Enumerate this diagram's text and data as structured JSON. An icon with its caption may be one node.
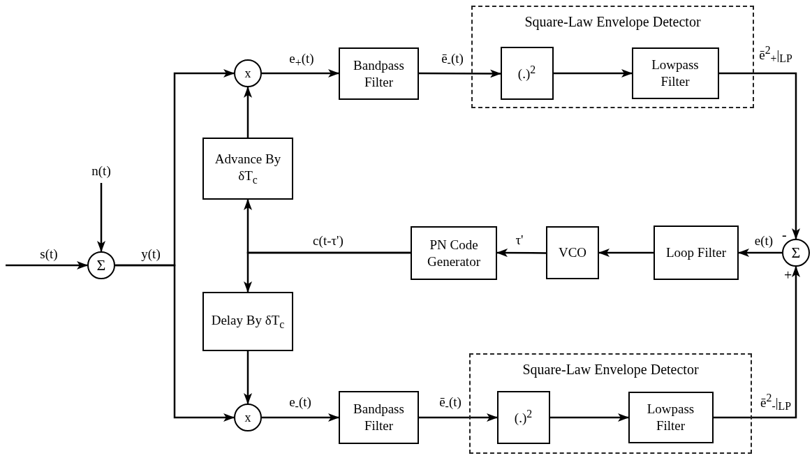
{
  "diagram": {
    "nodes": [
      {
        "text": [
          "Σ"
        ]
      },
      {
        "text": [
          "x"
        ]
      },
      {
        "text": [
          "Advance By δT$_{c}$"
        ]
      },
      {
        "text": [
          "Bandpass Filter"
        ]
      },
      {
        "text": [
          "Square-Law Envelope Detector"
        ]
      },
      {
        "text": [
          "(.)$^{2}$"
        ],
        "in": 4
      },
      {
        "text": [
          "Lowpass Filter"
        ],
        "in": 4
      },
      {
        "text": [
          "Delay By δT$_{c}$"
        ]
      },
      {
        "text": [
          "x"
        ]
      },
      {
        "text": [
          "Bandpass Filter"
        ]
      },
      {
        "text": [
          "Square-Law Envelope Detector"
        ]
      },
      {
        "text": [
          "(.)$^{2}$"
        ],
        "in": 10
      },
      {
        "text": [
          "Lowpass Filter"
        ],
        "in": 10
      },
      {
        "text": [
          "PN Code Generator"
        ]
      },
      {
        "text": [
          "VCO"
        ]
      },
      {
        "text": [
          "Loop Filter"
        ]
      },
      {
        "text": [
          "Σ"
        ]
      }
    ],
    "edges": [
      {
        "from": null,
        "to": 0,
        "arrow": "to",
        "label": "s(t)"
      },
      {
        "from": null,
        "to": 0,
        "arrow": "to",
        "label": "n(t)"
      },
      {
        "from": 0,
        "to": 1,
        "arrow": "to",
        "label": "y(t)"
      },
      {
        "from": 0,
        "to": 8,
        "arrow": "to"
      },
      {
        "from": 2,
        "to": 1,
        "arrow": "to"
      },
      {
        "from": 1,
        "to": 3,
        "arrow": "to",
        "label": "e$_{+}$(t)"
      },
      {
        "from": 3,
        "to": 5,
        "arrow": "to",
        "label": "ē$_{-}$(t)"
      },
      {
        "from": 5,
        "to": 6,
        "arrow": "to"
      },
      {
        "from": 6,
        "to": 16,
        "arrow": "to",
        "label": "ē$^{2}$$_{+}$|$_{LP}$"
      },
      {
        "from": 16,
        "to": 15,
        "arrow": "to",
        "label": "e(t)"
      },
      {
        "from": 15,
        "to": 14,
        "arrow": "to"
      },
      {
        "from": 14,
        "to": 13,
        "arrow": "to",
        "label": "τ'"
      },
      {
        "from": 13,
        "to": 2,
        "arrow": "to",
        "label": "c(t-τ')"
      },
      {
        "from": 13,
        "to": 7,
        "arrow": "to"
      },
      {
        "from": 7,
        "to": 8,
        "arrow": "to"
      },
      {
        "from": 8,
        "to": 9,
        "arrow": "to",
        "label": "e$_{-}$(t)"
      },
      {
        "from": 9,
        "to": 11,
        "arrow": "to",
        "label": "ē$_{-}$(t)"
      },
      {
        "from": 11,
        "to": 12,
        "arrow": "to"
      },
      {
        "from": 12,
        "to": 16,
        "arrow": "to",
        "label": "ē$^{2}$$_{-}$|$_{LP}$"
      }
    ],
    "labels": [
      "-",
      "+"
    ]
  }
}
